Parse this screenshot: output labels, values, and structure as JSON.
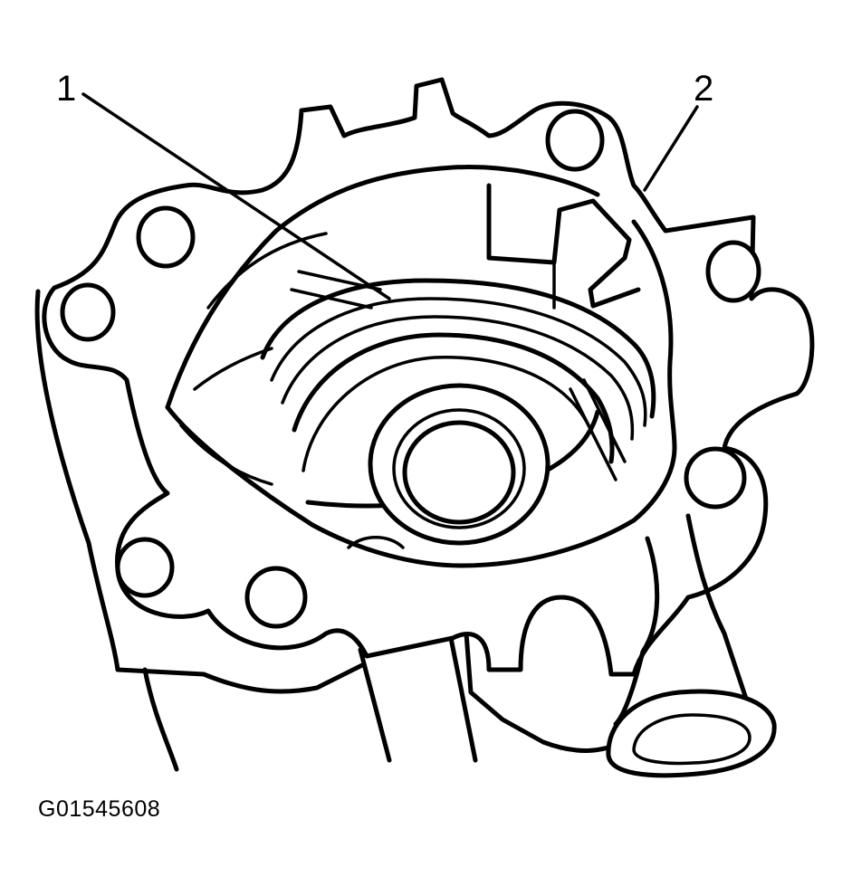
{
  "callouts": [
    {
      "number": "1"
    },
    {
      "number": "2"
    }
  ],
  "figure_id": "G01545608",
  "colors": {
    "line": "#000000",
    "background": "#ffffff"
  }
}
